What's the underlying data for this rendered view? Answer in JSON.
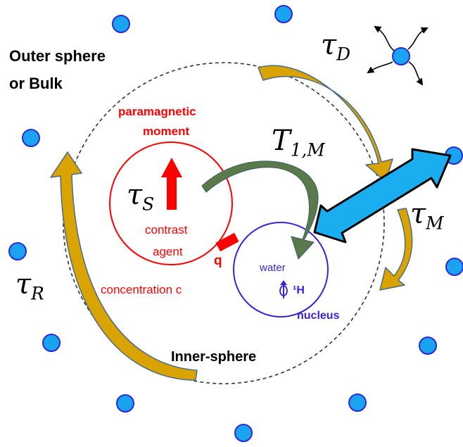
{
  "labels": {
    "outer_sphere": "Outer sphere",
    "or_bulk": "or Bulk",
    "paramagnetic": "paramagnetic",
    "moment": "moment",
    "contrast": "contrast",
    "agent": "agent",
    "concentration": "concentration c",
    "q": "q",
    "water": "water",
    "h_label": "¹H",
    "nucleus": "nucleus",
    "inner_sphere": "Inner-sphere"
  },
  "symbols": {
    "tau": "τ",
    "T": "T",
    "sub_D": "D",
    "sub_S": "S",
    "sub_R": "R",
    "sub_M": "M",
    "sub_1M": "1,M"
  },
  "colors": {
    "red": "#ff0000",
    "blue": "#3b22d8",
    "dot_fill": "#1aa3f0",
    "dot_stroke": "#2a2ad4",
    "gold": "#d9a400",
    "gold_edge": "#4a6a8a",
    "cyan": "#1aaef0",
    "green_arrow": "#5a7a4a"
  }
}
